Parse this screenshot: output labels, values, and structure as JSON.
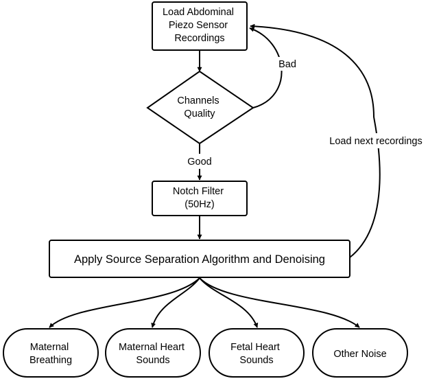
{
  "nodes": {
    "load": {
      "lines": [
        "Load Abdominal",
        "Piezo Sensor",
        "Recordings"
      ]
    },
    "quality": {
      "lines": [
        "Channels",
        "Quality"
      ]
    },
    "notch": {
      "lines": [
        "Notch Filter",
        "(50Hz)"
      ]
    },
    "separation": {
      "lines": [
        "Apply Source Separation Algorithm and Denoising"
      ]
    },
    "outputs": [
      {
        "lines": [
          "Maternal",
          "Breathing"
        ]
      },
      {
        "lines": [
          "Maternal Heart",
          "Sounds"
        ]
      },
      {
        "lines": [
          "Fetal Heart",
          "Sounds"
        ]
      },
      {
        "lines": [
          "Other Noise"
        ]
      }
    ]
  },
  "edges": {
    "bad": "Bad",
    "good": "Good",
    "next": "Load next recordings"
  }
}
